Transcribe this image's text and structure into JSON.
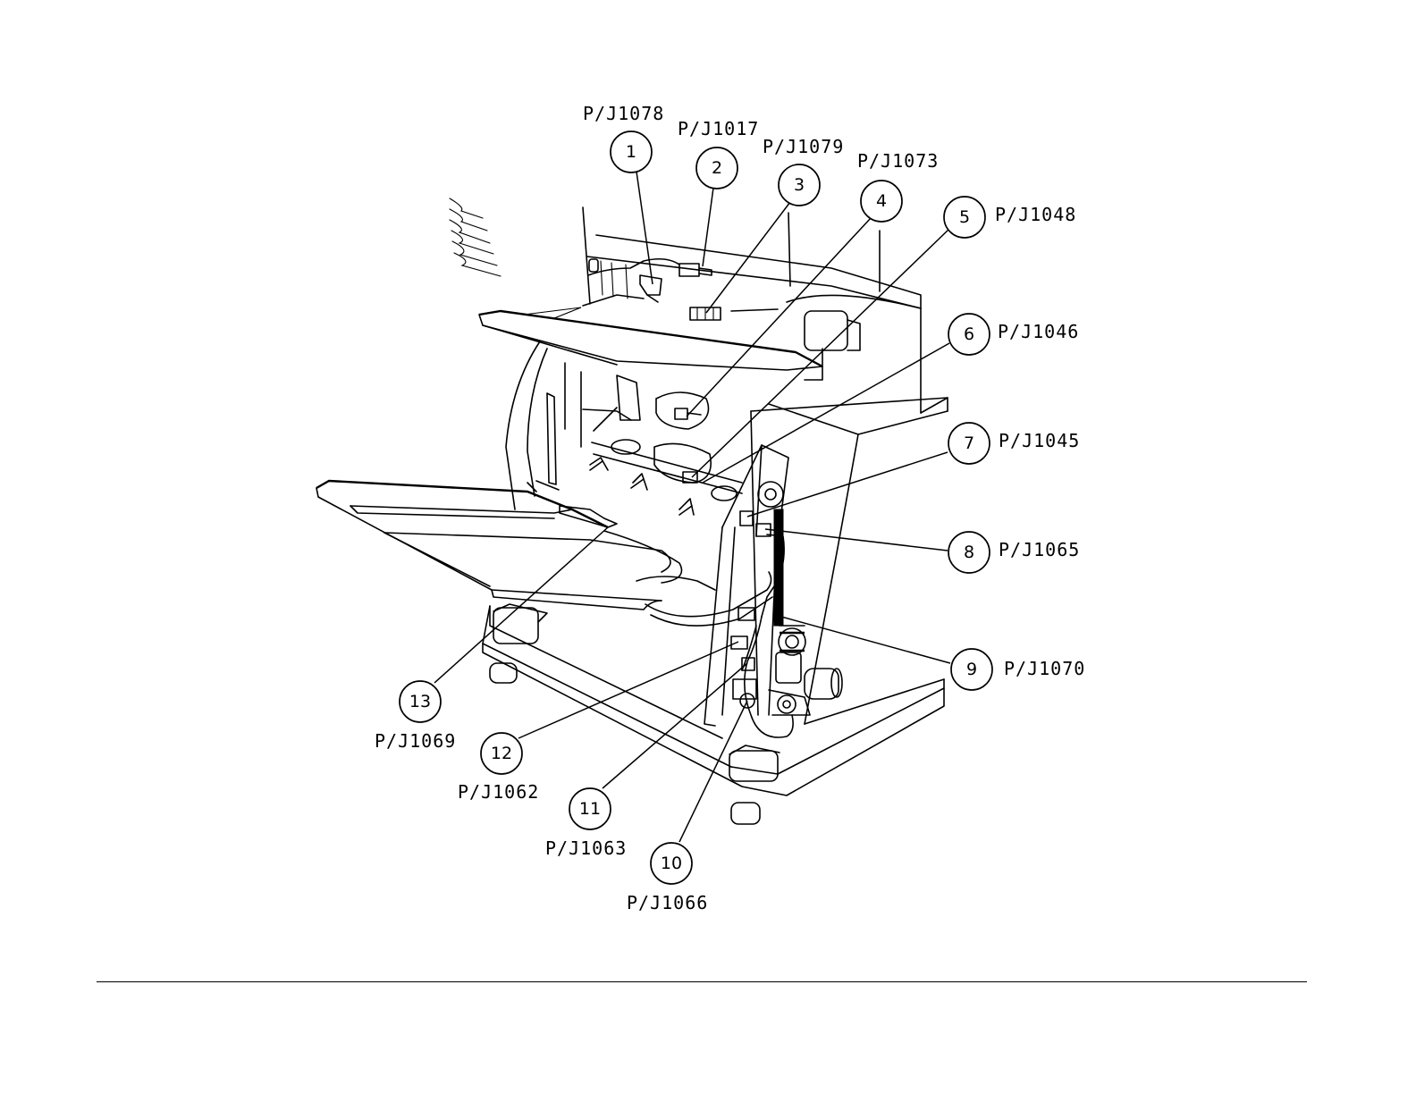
{
  "callouts": [
    {
      "num": "1",
      "label": "P/J1078"
    },
    {
      "num": "2",
      "label": "P/J1017"
    },
    {
      "num": "3",
      "label": "P/J1079"
    },
    {
      "num": "4",
      "label": "P/J1073"
    },
    {
      "num": "5",
      "label": "P/J1048"
    },
    {
      "num": "6",
      "label": "P/J1046"
    },
    {
      "num": "7",
      "label": "P/J1045"
    },
    {
      "num": "8",
      "label": "P/J1065"
    },
    {
      "num": "9",
      "label": "P/J1070"
    },
    {
      "num": "10",
      "label": "P/J1066"
    },
    {
      "num": "11",
      "label": "P/J1063"
    },
    {
      "num": "12",
      "label": "P/J1062"
    },
    {
      "num": "13",
      "label": "P/J1069"
    }
  ]
}
